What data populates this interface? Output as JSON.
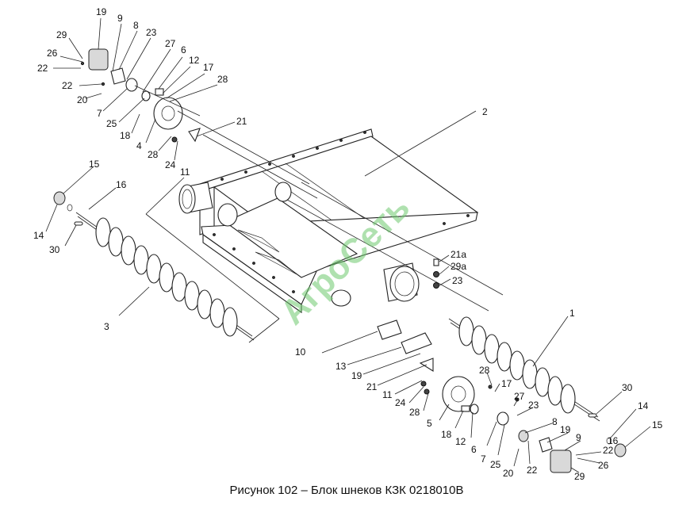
{
  "caption": "Рисунок 102 – Блок шнеков КЗК 0218010В",
  "watermark": "АгроСеть",
  "labels": {
    "top_19": "19",
    "top_9": "9",
    "top_8": "8",
    "top_23": "23",
    "top_29": "29",
    "top_27": "27",
    "top_6": "6",
    "top_26": "26",
    "top_12": "12",
    "top_17": "17",
    "top_22a": "22",
    "top_22b": "22",
    "top_28a": "28",
    "top_20": "20",
    "top_7": "7",
    "top_25": "25",
    "top_18": "18",
    "top_21": "21",
    "top_4": "4",
    "top_28b": "28",
    "top_24": "24",
    "top_11": "11",
    "top_2": "2",
    "l_15": "15",
    "l_16": "16",
    "l_14": "14",
    "l_30": "30",
    "l_3": "3",
    "m_21a": "21а",
    "m_29a": "29а",
    "m_23": "23",
    "m_1": "1",
    "b_10": "10",
    "b_13": "13",
    "b_19": "19",
    "b_21": "21",
    "b_28": "28",
    "b_17": "17",
    "b_11": "11",
    "b_24": "24",
    "b_27": "27",
    "b_28b": "28",
    "b_30": "30",
    "b_5": "5",
    "b_23": "23",
    "b_14": "14",
    "b_18": "18",
    "b_8": "8",
    "b_19b": "19",
    "b_9": "9",
    "b_16": "16",
    "b_15": "15",
    "b_12": "12",
    "b_6": "6",
    "b_7": "7",
    "b_22a": "22",
    "b_25": "25",
    "b_20": "20",
    "b_22b": "22",
    "b_26": "26",
    "b_29": "29"
  }
}
